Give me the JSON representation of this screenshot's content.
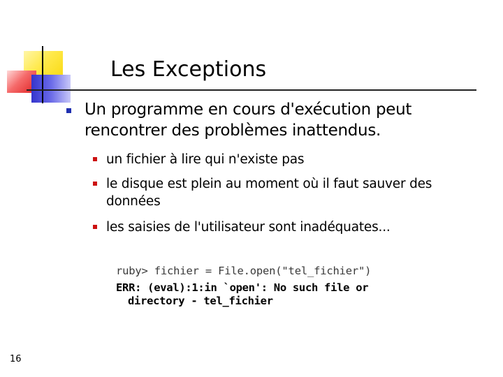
{
  "slide": {
    "title": "Les Exceptions",
    "bullet": "Un programme en cours d'exécution peut rencontrer des problèmes inattendus.",
    "sub_bullets": [
      "un fichier à lire qui n'existe pas",
      "le disque est plein au moment où il faut sauver des données",
      "les saisies de l'utilisateur sont inadéquates..."
    ],
    "code": {
      "command": "ruby> fichier = File.open(\"tel_fichier\")",
      "error_line1": "ERR: (eval):1:in `open': No such file or",
      "error_line2": "directory - tel_fichier"
    },
    "page_number": "16"
  },
  "colors": {
    "bullet_level1": "#1f2fb0",
    "bullet_level2": "#cc1111",
    "logo_yellow": "#ffe94a",
    "logo_red": "#e02323",
    "logo_blue": "#3434cc"
  },
  "icons": [
    "square-bullet-icon",
    "logo-squares"
  ]
}
